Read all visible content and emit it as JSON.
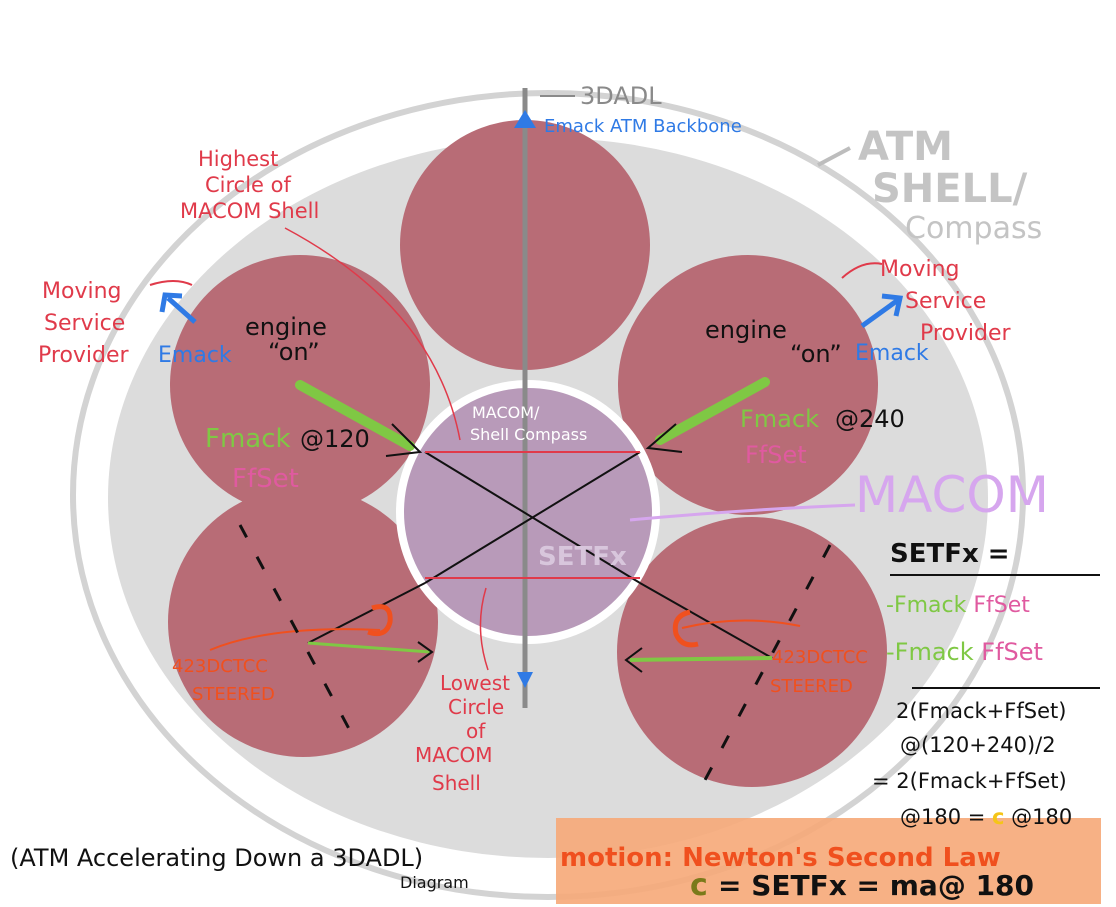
{
  "labels": {
    "top_3dadl": "3DADL",
    "backbone": "Emack ATM Backbone",
    "atm_shell_1": "ATM",
    "atm_shell_2": "SHELL/",
    "atm_shell_3": "Compass",
    "highest_1": "Highest",
    "highest_2": "Circle of",
    "highest_3": "MACOM Shell",
    "left_msp_1": "Moving",
    "left_msp_2": "Service",
    "left_msp_3": "Provider",
    "right_msp_1": "Moving",
    "right_msp_2": "Service",
    "right_msp_3": "Provider",
    "emack_left": "Emack",
    "emack_right": "Emack",
    "engine_on_left_1": "engine",
    "engine_on_left_2": "“on”",
    "engine_on_right_1": "engine",
    "engine_on_right_2": "“on”",
    "fmack_left": "Fmack",
    "at120": "@120",
    "ffset_left": "FfSet",
    "fmack_right": "Fmack",
    "at240": "@240",
    "ffset_right": "FfSet",
    "macom_shell_compass_1": "MACOM/",
    "macom_shell_compass_2": "Shell Compass",
    "macom": "MACOM",
    "center_setfx": "SETFx",
    "steered_left_1": "423DCTCC",
    "steered_left_2": "STEERED",
    "steered_right_1": "423DCTCC",
    "steered_right_2": "STEERED",
    "lowest_1": "Lowest",
    "lowest_2": "Circle",
    "lowest_3": "of",
    "lowest_4": "MACOM",
    "lowest_5": "Shell",
    "eq_title": "SETFx =",
    "eq_line1_a": "-Fmack ",
    "eq_line1_b": "FfSet",
    "eq_line2_a": "-Fmack ",
    "eq_line2_b": "FfSet",
    "eq_line3": "2(Fmack+FfSet)",
    "eq_line4": "@(120+240)/2",
    "eq_line5": "= 2(Fmack+FfSet)",
    "eq_line6_a": "@180 = ",
    "eq_line6_b": "c",
    "eq_line6_c": " @180",
    "caption_a": "(ATM Accelerating Down a 3DADL)",
    "caption_b": "Diagram",
    "motion": "motion: Newton's Second Law",
    "formula_c": "c",
    "formula": "= SETFx = ma@ 180"
  },
  "colors": {
    "outer_shell": "#dcdcdc",
    "ring": "#c9c9c9",
    "circle": "#b86c76",
    "center": "#b89ab9",
    "red_text": "#e03a4a",
    "blue": "#2f7ae5",
    "green": "#7fc844",
    "orange": "#f0501e",
    "pink": "#e05aa0",
    "lavender": "#d6a6ee",
    "highlight": "#f6a878"
  }
}
